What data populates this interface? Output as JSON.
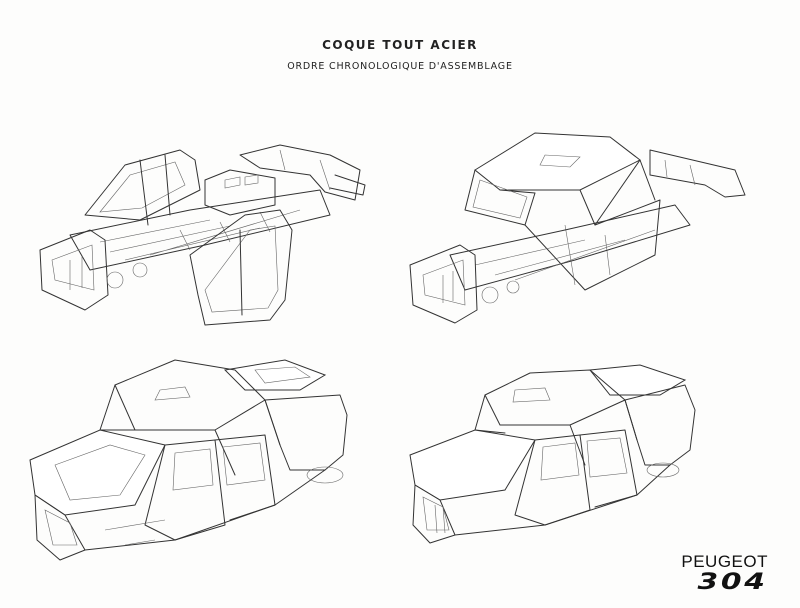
{
  "header": {
    "title": "COQUE TOUT ACIER",
    "subtitle": "ORDRE CHRONOLOGIQUE D'ASSEMBLAGE"
  },
  "brand": {
    "name": "PEUGEOT",
    "model": "304"
  }
}
